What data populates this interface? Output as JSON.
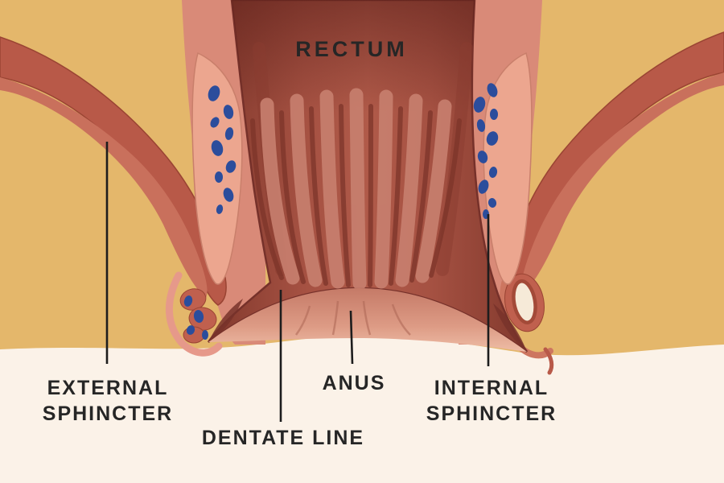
{
  "labels": {
    "rectum": "RECTUM",
    "external_line1": "EXTERNAL",
    "external_line2": "SPHINCTER",
    "dentate": "DENTATE LINE",
    "anus": "ANUS",
    "internal_line1": "INTERNAL",
    "internal_line2": "SPHINCTER"
  },
  "colors": {
    "background_top": "#e4b76b",
    "background_bottom": "#fbf2e8",
    "canal_dark": "#7f382c",
    "canal_mid": "#b05a49",
    "ridge_highlight": "#c8806f",
    "tissue_pink": "#eca68f",
    "wall_pink": "#d98a78",
    "muscle_dark": "#b85948",
    "muscle_light": "#c9705c",
    "vein_blue": "#2b4d9c",
    "skin_light": "#e8ae95",
    "nodule_cream": "#f6ead8",
    "pointer_line": "#1d1d1d",
    "label_text": "#262626"
  }
}
